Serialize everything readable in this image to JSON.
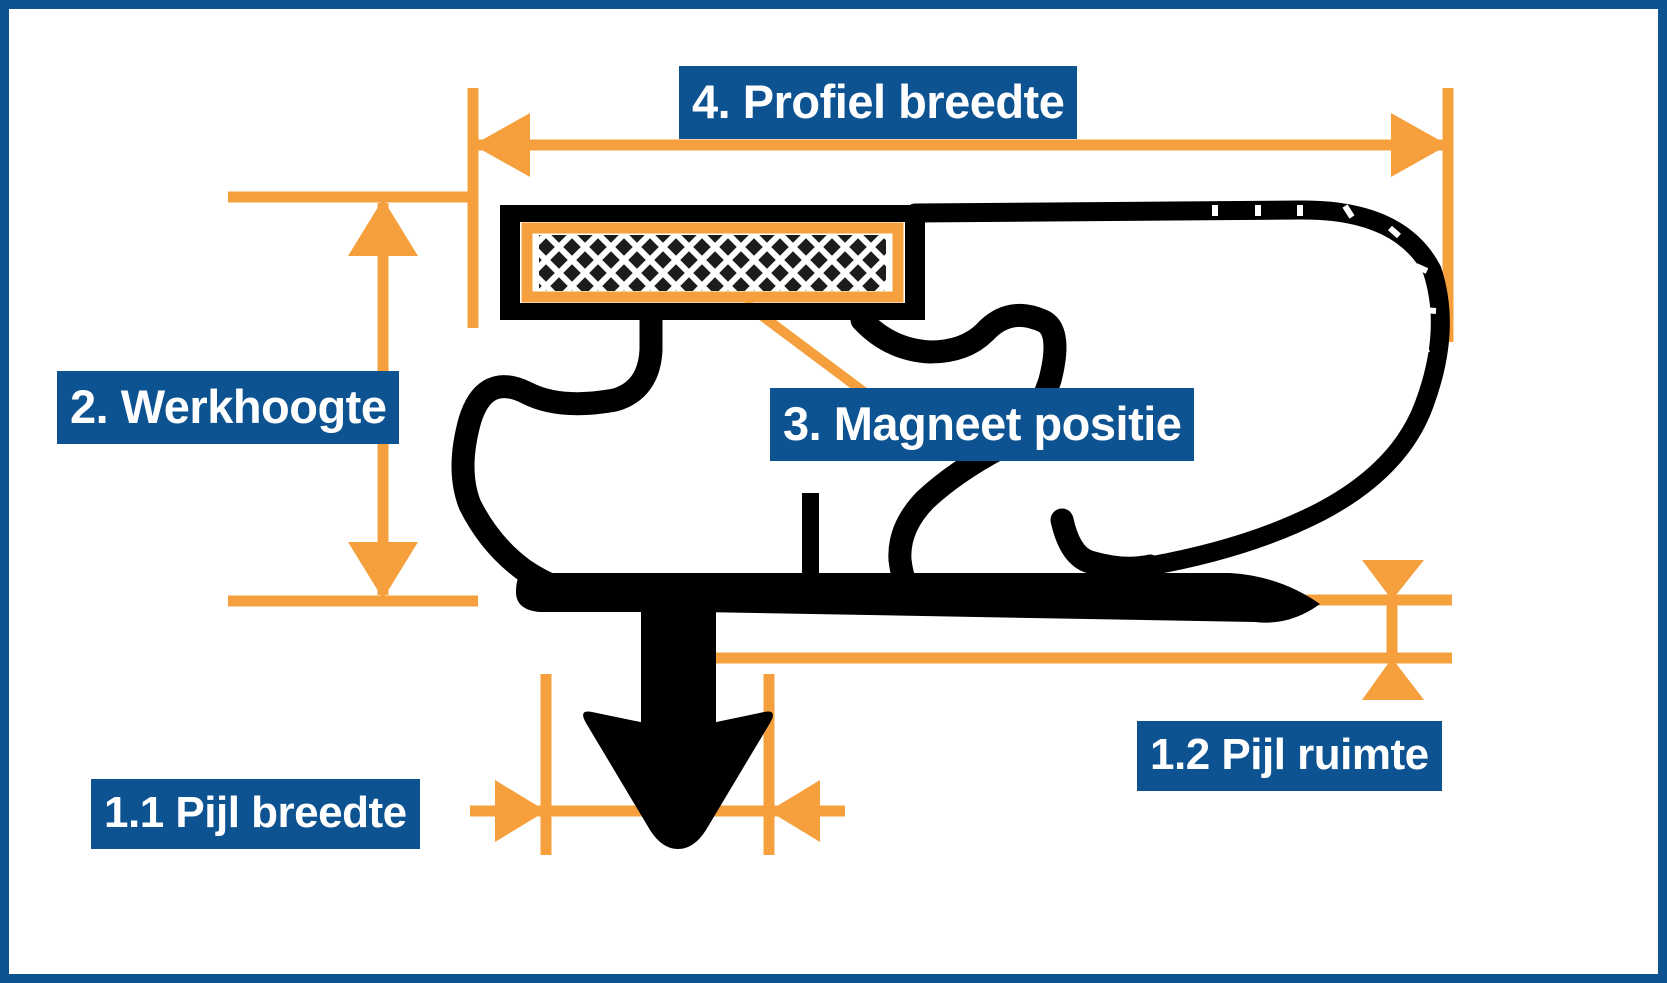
{
  "diagram": {
    "kind": "technical-cross-section",
    "subject": "refrigerator door gasket profile cross-section",
    "background_color": "#ffffff",
    "frame": {
      "border_color": "#0d5291",
      "inner_border_color": "#ffffff"
    },
    "colors": {
      "label_background": "#0d5291",
      "label_text": "#ffffff",
      "dimension_line": "#F5A03C",
      "profile_outline": "#000000",
      "magnet_fill": "#1c1c1c",
      "magnet_border": "#F5A03C",
      "magnet_hatch": "#ffffff"
    },
    "labels": [
      {
        "id": "profiel-breedte",
        "text": "4. Profiel breedte",
        "number": "4.",
        "dimension": "horizontal-overall-width",
        "position": "top-center"
      },
      {
        "id": "werkhoogte",
        "text": "2. Werkhoogte",
        "number": "2.",
        "dimension": "vertical-working-height",
        "position": "left-middle"
      },
      {
        "id": "magneet-positie",
        "text": "3. Magneet positie",
        "number": "3.",
        "dimension": "magnet-pocket-location",
        "position": "center"
      },
      {
        "id": "pijl-breedte",
        "text": "1.1 Pijl breedte",
        "number": "1.1",
        "dimension": "arrow-barb-width",
        "position": "bottom-left"
      },
      {
        "id": "pijl-ruimte",
        "text": "1.2 Pijl ruimte",
        "number": "1.2",
        "dimension": "arrow-gap-space",
        "position": "bottom-right"
      }
    ],
    "features": {
      "magnet_pocket": "hatched magnet strip in upper-left chamber",
      "arrow_foot": "downward dart / barbed arrow mounting foot",
      "bulb": "large rounded sealing bulb on the right with perforation dashes"
    }
  }
}
